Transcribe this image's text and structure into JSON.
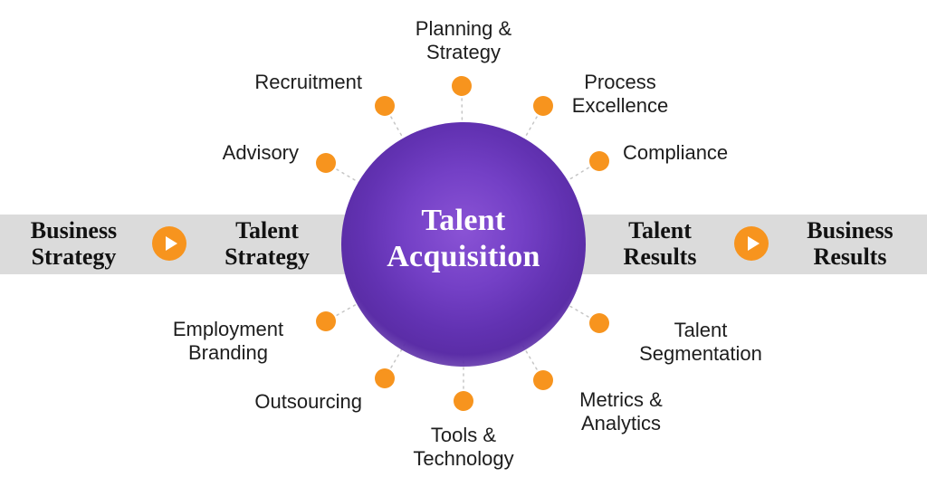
{
  "center": {
    "title": "Talent\nAcquisition"
  },
  "flow": {
    "left_outer": "Business\nStrategy",
    "left_inner": "Talent\nStrategy",
    "right_inner": "Talent\nResults",
    "right_outer": "Business\nResults"
  },
  "spokes": [
    {
      "id": "planning-strategy",
      "label": "Planning &\nStrategy"
    },
    {
      "id": "process-excellence",
      "label": "Process\nExcellence"
    },
    {
      "id": "compliance",
      "label": "Compliance"
    },
    {
      "id": "talent-segmentation",
      "label": "Talent\nSegmentation"
    },
    {
      "id": "metrics-analytics",
      "label": "Metrics &\nAnalytics"
    },
    {
      "id": "tools-technology",
      "label": "Tools &\nTechnology"
    },
    {
      "id": "outsourcing",
      "label": "Outsourcing"
    },
    {
      "id": "employment-branding",
      "label": "Employment\nBranding"
    },
    {
      "id": "advisory",
      "label": "Advisory"
    },
    {
      "id": "recruitment",
      "label": "Recruitment"
    }
  ],
  "colors": {
    "orange": "#F7941E",
    "purple": "#6535B4",
    "band": "#DBDBDB"
  }
}
